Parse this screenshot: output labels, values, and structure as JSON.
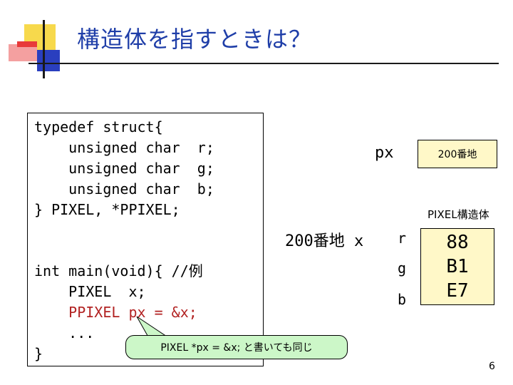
{
  "slide": {
    "title": "構造体を指すときは？",
    "page_number": "6"
  },
  "code": {
    "lines": [
      "typedef struct{",
      "    unsigned char  r;",
      "    unsigned char  g;",
      "    unsigned char  b;",
      "} PIXEL, *PPIXEL;",
      "int main(void){ //例",
      "    PIXEL  x;",
      "    PPIXEL px = &x;",
      "    ...",
      "}"
    ]
  },
  "diagram": {
    "pointer_name": "px",
    "pointer_value": "200番地",
    "struct_caption": "PIXEL構造体",
    "struct_address_label": "200番地 x",
    "members": [
      "r",
      "g",
      "b"
    ],
    "member_values": [
      "88",
      "B1",
      "E7"
    ]
  },
  "callout": {
    "text": "PIXEL *px = &x;  と書いても同じ"
  }
}
